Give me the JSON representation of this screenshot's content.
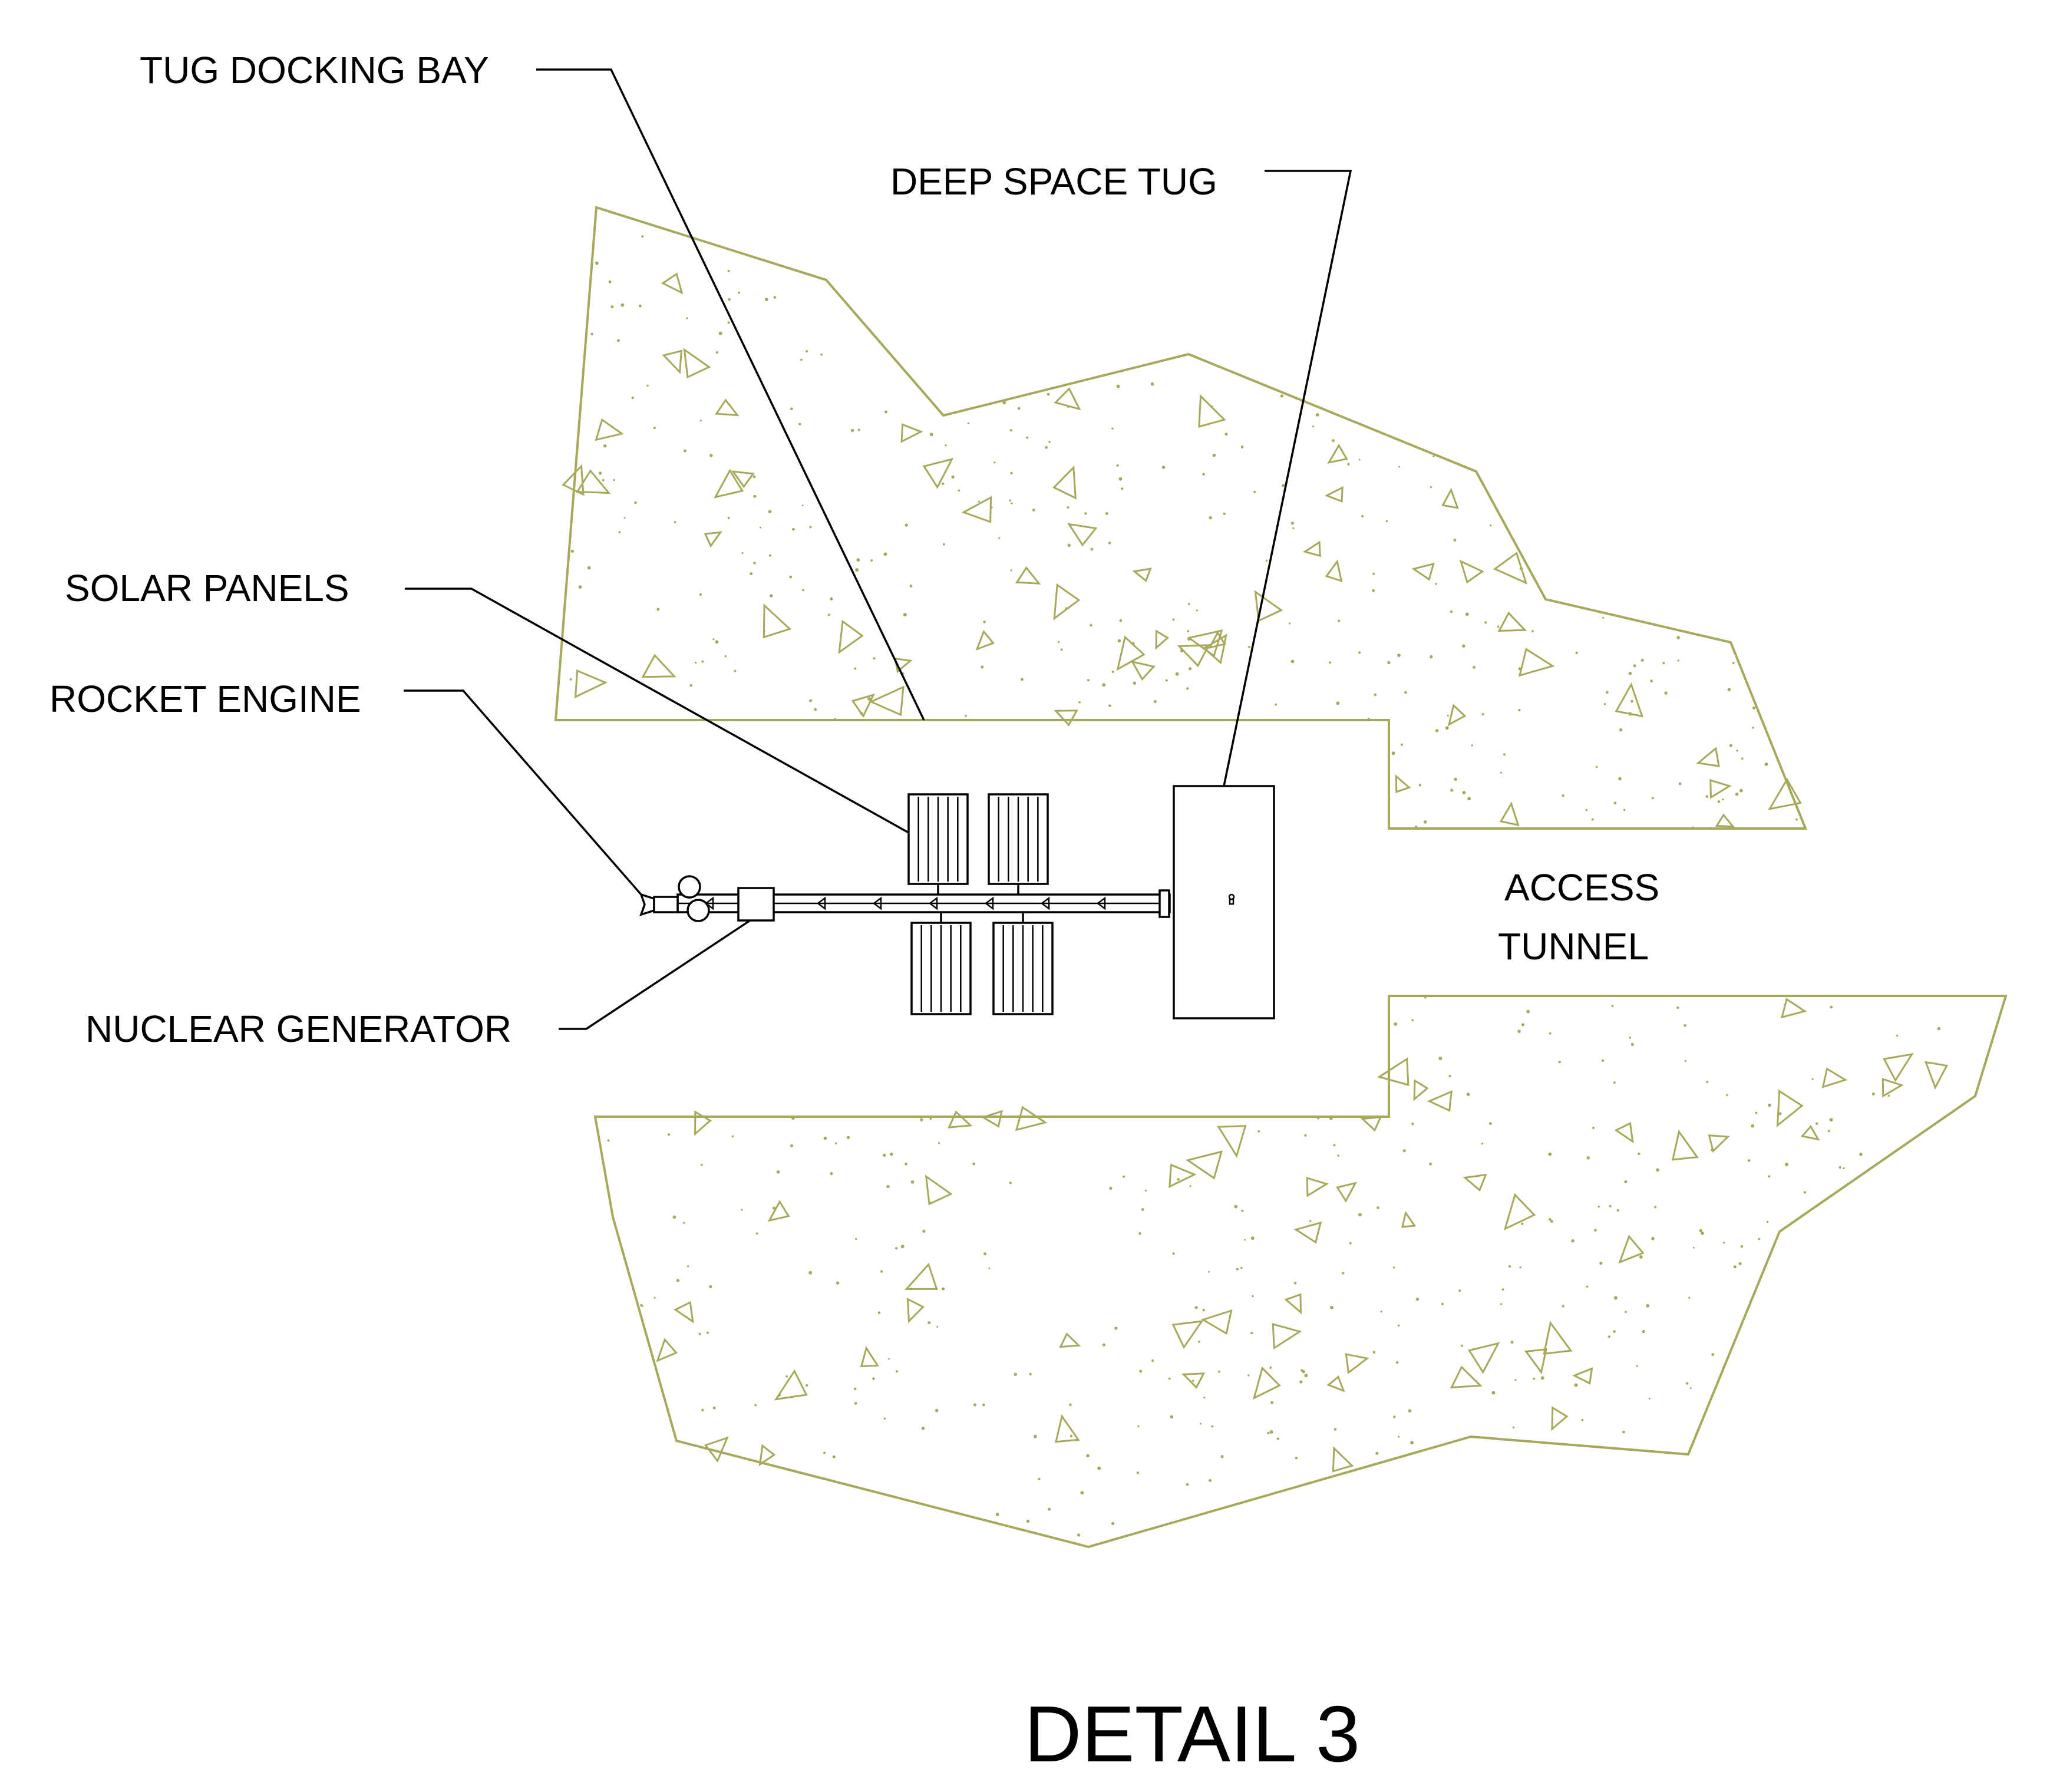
{
  "labels": {
    "tug_docking_bay": "TUG DOCKING BAY",
    "deep_space_tug": "DEEP SPACE TUG",
    "solar_panels": "SOLAR PANELS",
    "rocket_engine": "ROCKET ENGINE",
    "nuclear_generator": "NUCLEAR GENERATOR",
    "access_line1": "ACCESS",
    "access_line2": "TUNNEL"
  },
  "title": "DETAIL 3",
  "colors": {
    "rock": "#a8a85a",
    "line": "#000000",
    "background": "#ffffff"
  }
}
